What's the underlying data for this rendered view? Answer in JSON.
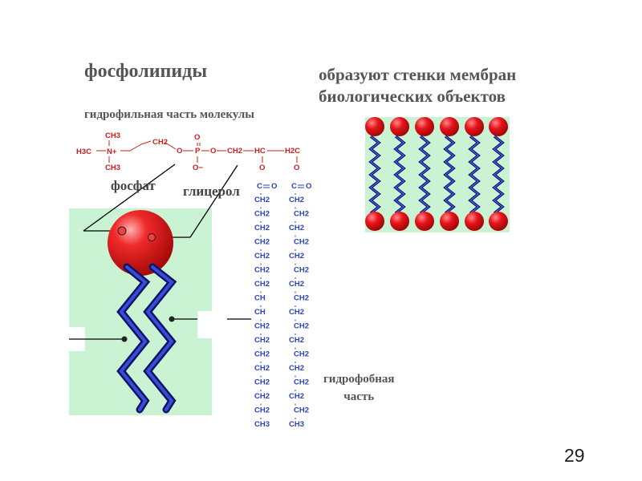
{
  "slide": {
    "title": "фосфолипиды",
    "subtitle_line1": "образуют стенки мембран",
    "subtitle_line2": "биологических объектов",
    "page_number": "29"
  },
  "labels": {
    "hydrophilic": "гидрофильная часть молекулы",
    "phosphate": "фосфат",
    "glycerol": "глицерол",
    "hydrophobic_line1": "гидрофобная",
    "hydrophobic_line2": "часть"
  },
  "formula": {
    "ch3": "CH3",
    "h3c": "H3C",
    "n_plus": "N+",
    "ch2": "CH2",
    "o": "O",
    "p": "P",
    "hc": "HC",
    "h2c": "H2C",
    "o_minus": "O−",
    "c": "C",
    "ch": "CH"
  },
  "colors": {
    "head_red": "#e8141b",
    "tail_blue": "#1f2a9e",
    "panel_green": "#c9f3d2",
    "formula_red": "#d11a1a",
    "formula_blue": "#2a43b8"
  }
}
